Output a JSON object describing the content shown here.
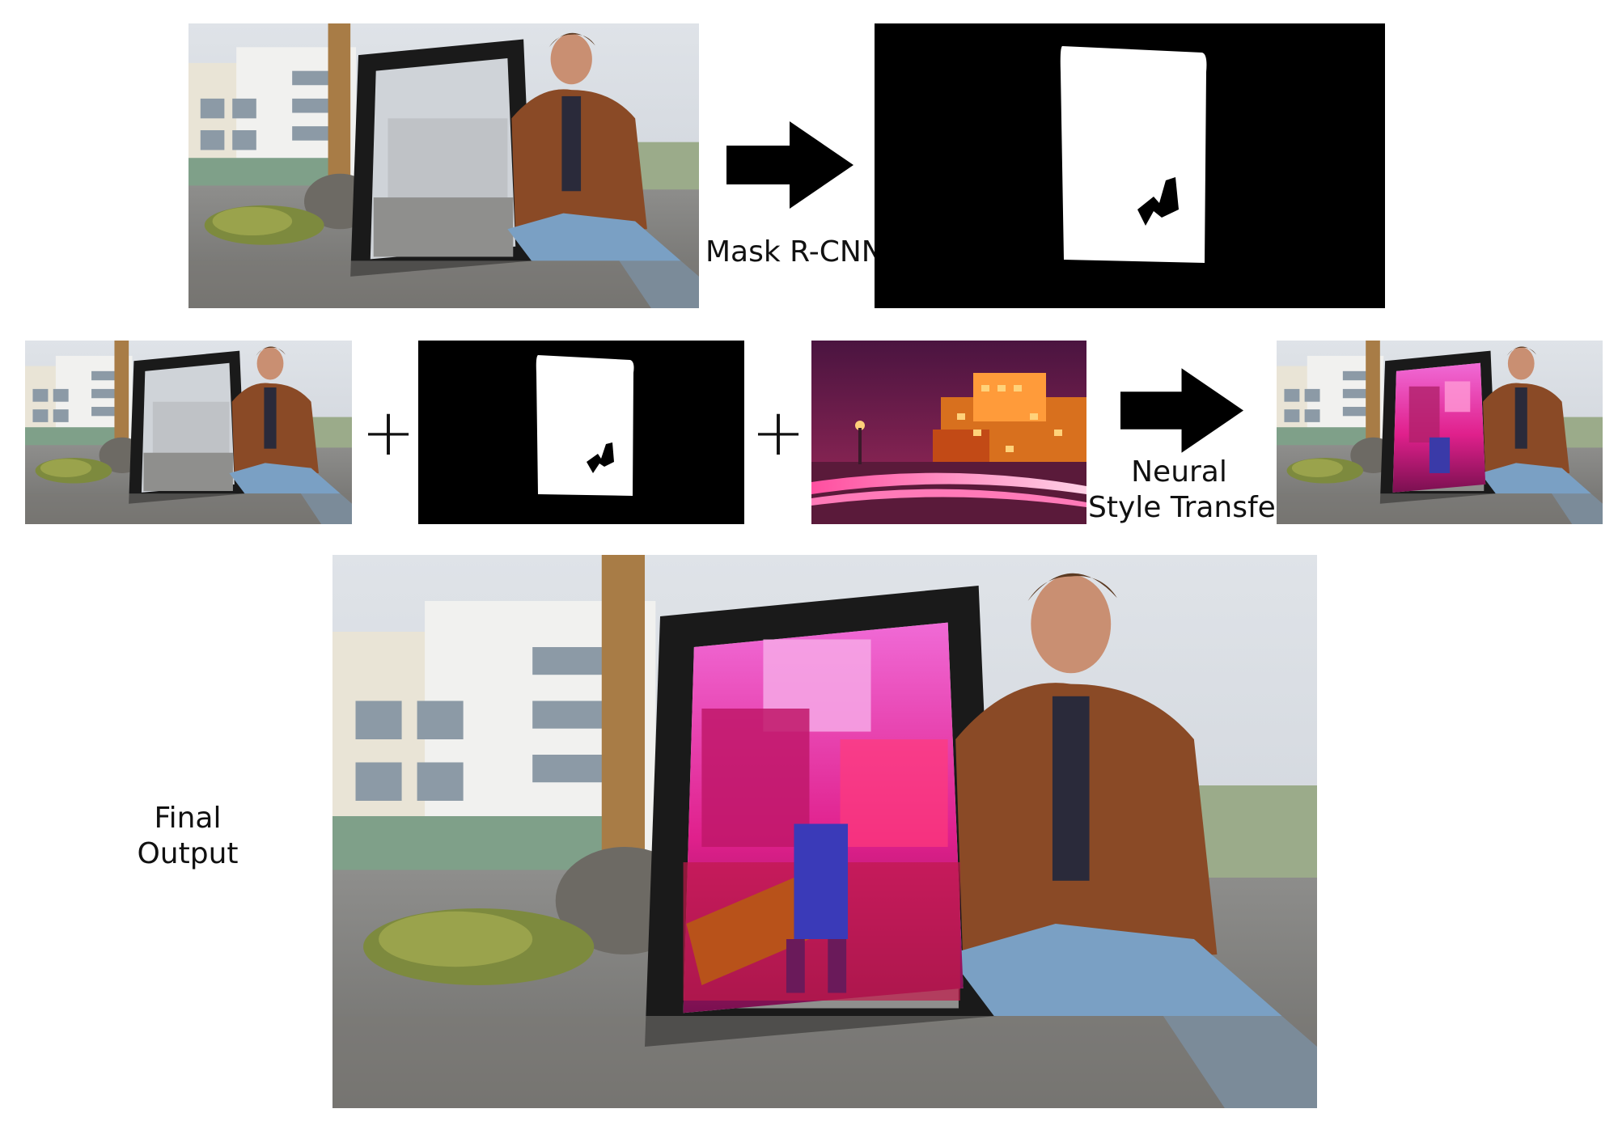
{
  "labels": {
    "mask_rcnn": "Mask R-CNN",
    "nst_line1": "Neural",
    "nst_line2": "Style Transfer",
    "final_line1": "Final",
    "final_line2": "Output"
  },
  "symbols": {
    "plus1": "+",
    "plus2": "+"
  },
  "icons": {
    "arrow1": "right-arrow-icon",
    "arrow2": "right-arrow-icon"
  },
  "colors": {
    "mask_bg": "#000000",
    "mask_fg": "#ffffff",
    "style_magenta": "#e0208c",
    "style_night": "#3a1030",
    "jacket": "#8a4a26",
    "jeans": "#7aa0c4",
    "frame": "#1a1a1a"
  }
}
